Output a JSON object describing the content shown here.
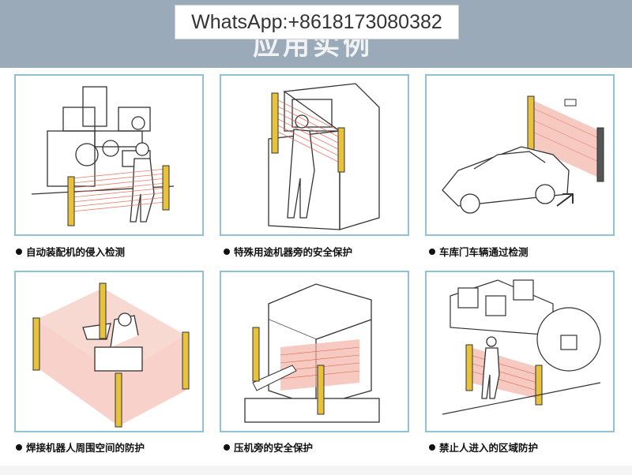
{
  "header": {
    "title": "应用实例",
    "watermark": "WhatsApp:+8618173080382",
    "background": "#9aaab9"
  },
  "panels": [
    {
      "caption": "自动装配机的侵入检测",
      "icon": "assembly-machine-illustration"
    },
    {
      "caption": "特殊用途机器旁的安全保护",
      "icon": "special-machine-illustration"
    },
    {
      "caption": "车库门车辆通过检测",
      "icon": "garage-door-car-illustration"
    },
    {
      "caption": "焊接机器人周围空间的防护",
      "icon": "welding-robot-illustration"
    },
    {
      "caption": "压机旁的安全保护",
      "icon": "press-machine-illustration"
    },
    {
      "caption": "禁止人进入的区域防护",
      "icon": "restricted-area-illustration"
    }
  ],
  "colors": {
    "panel_border": "#8fc3d3",
    "light_curtain": "#e0604a",
    "sensor_bar": "#e8c23a"
  }
}
